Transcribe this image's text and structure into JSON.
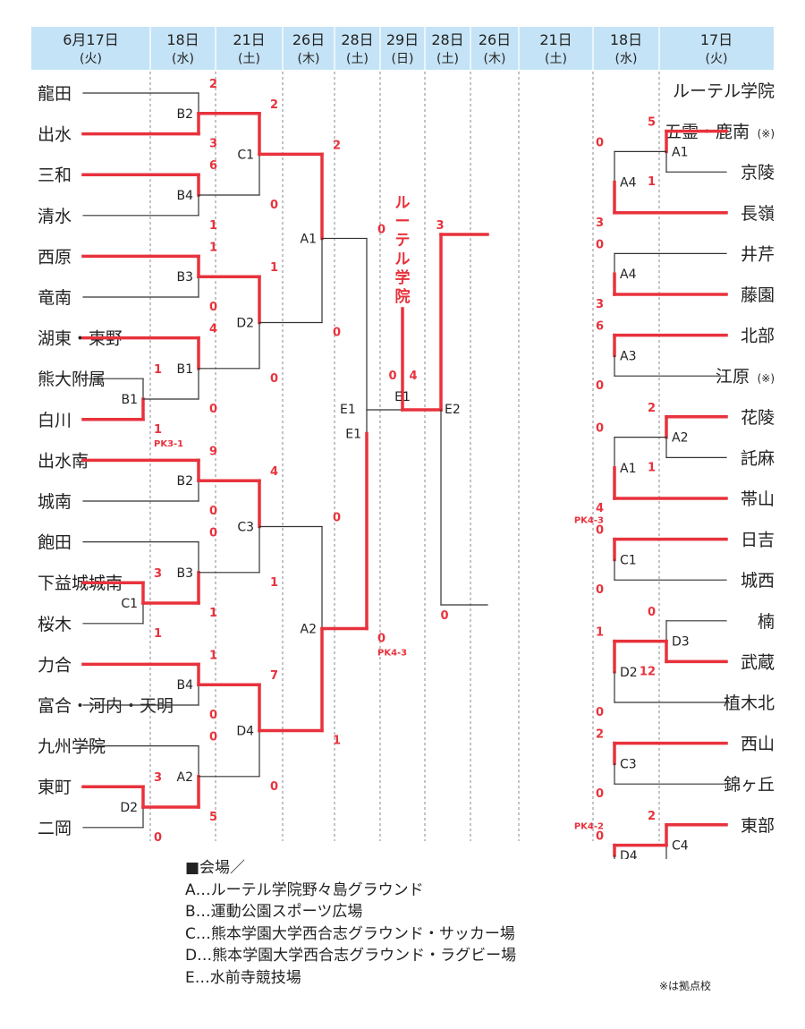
{
  "header": {
    "columns": [
      {
        "date": "6月17日",
        "dow": "(火)"
      },
      {
        "date": "18日",
        "dow": "(水)"
      },
      {
        "date": "21日",
        "dow": "(土)"
      },
      {
        "date": "26日",
        "dow": "(木)"
      },
      {
        "date": "28日",
        "dow": "(土)"
      },
      {
        "date": "29日",
        "dow": "(日)"
      },
      {
        "date": "28日",
        "dow": "(土)"
      },
      {
        "date": "26日",
        "dow": "(木)"
      },
      {
        "date": "21日",
        "dow": "(土)"
      },
      {
        "date": "18日",
        "dow": "(水)"
      },
      {
        "date": "17日",
        "dow": "(火)"
      }
    ],
    "band_color": "#c5e3f6"
  },
  "colors": {
    "win": "#e8323c",
    "lose": "#333333"
  },
  "champion": "ルーテル学院",
  "left_teams": [
    {
      "name": "龍田"
    },
    {
      "name": "出水"
    },
    {
      "name": "三和"
    },
    {
      "name": "清水"
    },
    {
      "name": "西原"
    },
    {
      "name": "竜南"
    },
    {
      "name": "湖東・東野"
    },
    {
      "name": "熊大附属"
    },
    {
      "name": "白川"
    },
    {
      "name": "出水南"
    },
    {
      "name": "城南"
    },
    {
      "name": "飽田"
    },
    {
      "name": "下益城城南"
    },
    {
      "name": "桜木"
    },
    {
      "name": "力合"
    },
    {
      "name": "富合・河内・天明"
    },
    {
      "name": "九州学院"
    },
    {
      "name": "東町"
    },
    {
      "name": "二岡"
    }
  ],
  "right_teams": [
    {
      "name": "ルーテル学院",
      "note": ""
    },
    {
      "name": "五霊・鹿南",
      "note": "(※)"
    },
    {
      "name": "京陵",
      "note": ""
    },
    {
      "name": "長嶺",
      "note": ""
    },
    {
      "name": "井芹",
      "note": ""
    },
    {
      "name": "藤園",
      "note": ""
    },
    {
      "name": "北部",
      "note": ""
    },
    {
      "name": "江原",
      "note": "(※)"
    },
    {
      "name": "花陵",
      "note": ""
    },
    {
      "name": "託麻",
      "note": ""
    },
    {
      "name": "帯山",
      "note": ""
    },
    {
      "name": "日吉",
      "note": ""
    },
    {
      "name": "城西",
      "note": ""
    },
    {
      "name": "楠",
      "note": ""
    },
    {
      "name": "武蔵",
      "note": ""
    },
    {
      "name": "植木北",
      "note": ""
    },
    {
      "name": "西山",
      "note": ""
    },
    {
      "name": "錦ヶ丘",
      "note": ""
    },
    {
      "name": "東部",
      "note": ""
    }
  ],
  "legend": {
    "title": "■会場／",
    "items": [
      "A…ルーテル学院野々島グラウンド",
      "B…運動公園スポーツ広場",
      "C…熊本学園大学西合志グラウンド・サッカー場",
      "D…熊本学園大学西合志グラウンド・ラグビー場",
      "E…水前寺競技場"
    ]
  },
  "footnote": "※は拠点校",
  "matches": [
    {
      "side": "L",
      "from": [
        7,
        8
      ],
      "col": 1,
      "label": "B1",
      "scores": [
        "1",
        "1"
      ],
      "win": 1,
      "pk": "PK3-1"
    },
    {
      "side": "L",
      "from": [
        12,
        13
      ],
      "col": 1,
      "label": "C1",
      "scores": [
        "3",
        "1"
      ],
      "win": 0
    },
    {
      "side": "L",
      "from": [
        17,
        18
      ],
      "col": 1,
      "label": "D2",
      "scores": [
        "3",
        "0"
      ],
      "win": 0
    },
    {
      "side": "L",
      "from": [
        0,
        1
      ],
      "col": 2,
      "label": "B2",
      "scores": [
        "2",
        "3"
      ],
      "win": 1
    },
    {
      "side": "L",
      "from": [
        2,
        3
      ],
      "col": 2,
      "label": "B4",
      "scores": [
        "6",
        "1"
      ],
      "win": 0
    },
    {
      "side": "L",
      "from": [
        4,
        5
      ],
      "col": 2,
      "label": "B3",
      "scores": [
        "1",
        "0"
      ],
      "win": 0
    },
    {
      "side": "L",
      "from": [
        6,
        "m0"
      ],
      "col": 2,
      "label": "B1",
      "scores": [
        "4",
        "0"
      ],
      "win": 0
    },
    {
      "side": "L",
      "from": [
        9,
        10
      ],
      "col": 2,
      "label": "B2",
      "scores": [
        "9",
        "0"
      ],
      "win": 0
    },
    {
      "side": "L",
      "from": [
        11,
        "m1"
      ],
      "col": 2,
      "label": "B3",
      "scores": [
        "0",
        "1"
      ],
      "win": 1
    },
    {
      "side": "L",
      "from": [
        14,
        15
      ],
      "col": 2,
      "label": "B4",
      "scores": [
        "1",
        "0"
      ],
      "win": 0
    },
    {
      "side": "L",
      "from": [
        16,
        "m2"
      ],
      "col": 2,
      "label": "A2",
      "scores": [
        "0",
        "5"
      ],
      "win": 1
    },
    {
      "side": "L",
      "from": [
        "m3",
        "m4"
      ],
      "col": 3,
      "label": "C1",
      "scores": [
        "2",
        "0"
      ],
      "win": 0
    },
    {
      "side": "L",
      "from": [
        "m5",
        "m6"
      ],
      "col": 3,
      "label": "D2",
      "scores": [
        "1",
        "0"
      ],
      "win": 0
    },
    {
      "side": "L",
      "from": [
        "m7",
        "m8"
      ],
      "col": 3,
      "label": "C3",
      "scores": [
        "4",
        "1"
      ],
      "win": 0
    },
    {
      "side": "L",
      "from": [
        "m9",
        "m10"
      ],
      "col": 3,
      "label": "D4",
      "scores": [
        "7",
        "0"
      ],
      "win": 0
    },
    {
      "side": "L",
      "from": [
        "m11",
        "m12"
      ],
      "col": 4,
      "label": "A1",
      "scores": [
        "2",
        "0"
      ],
      "win": 0
    },
    {
      "side": "L",
      "from": [
        "m13",
        "m14"
      ],
      "col": 4,
      "label": "A2",
      "scores": [
        "0",
        "1"
      ],
      "win": 1
    },
    {
      "side": "L",
      "from": [
        "m15",
        "m16"
      ],
      "col": 5,
      "label": "E1",
      "scores": [
        "0",
        "0"
      ],
      "win": 1,
      "pk": "PK4-3"
    },
    {
      "side": "R",
      "from": [
        1,
        2
      ],
      "col": 1,
      "label": "A1",
      "scores": [
        "5",
        "1"
      ],
      "win": 0
    },
    {
      "side": "R",
      "from": [
        8,
        9
      ],
      "col": 1,
      "label": "A2",
      "scores": [
        "2",
        "1"
      ],
      "win": 0
    },
    {
      "side": "R",
      "from": [
        13,
        14
      ],
      "col": 1,
      "label": "D3",
      "scores": [
        "0",
        "12"
      ],
      "win": 1
    },
    {
      "side": "R",
      "from": [
        18,
        19
      ],
      "col": 1,
      "label": "C4",
      "scores": [
        "2",
        "0"
      ],
      "win": 0
    },
    {
      "side": "R",
      "from": [
        "m0",
        3
      ],
      "col": 2,
      "label": "A4",
      "scores": [
        "0",
        "3"
      ],
      "win": 1
    },
    {
      "side": "R",
      "from": [
        4,
        5
      ],
      "col": 2,
      "label": "A4",
      "scores": [
        "0",
        "3"
      ],
      "win": 1
    },
    {
      "side": "R",
      "from": [
        6,
        7
      ],
      "col": 2,
      "label": "A3",
      "scores": [
        "6",
        "0"
      ],
      "win": 0
    },
    {
      "side": "R",
      "from": [
        "m1",
        10
      ],
      "col": 2,
      "label": "A1",
      "scores": [
        "0",
        "4"
      ],
      "win": 1
    },
    {
      "side": "R",
      "from": [
        11,
        12
      ],
      "col": 2,
      "label": "C1",
      "scores": [
        "0",
        "0"
      ],
      "win": 0,
      "pk": "PK4-3"
    },
    {
      "side": "R",
      "from": [
        "m2",
        15
      ],
      "col": 2,
      "label": "D2",
      "scores": [
        "1",
        "0"
      ],
      "win": 0
    },
    {
      "side": "R",
      "from": [
        16,
        17
      ],
      "col": 2,
      "label": "C3",
      "scores": [
        "2",
        "0"
      ],
      "win": 0
    },
    {
      "side": "R",
      "from": [
        "m3",
        19
      ],
      "col": 2,
      "label": "D4",
      "scores": [
        "0",
        "0"
      ],
      "win": 0,
      "pk": "PK4-2"
    }
  ]
}
